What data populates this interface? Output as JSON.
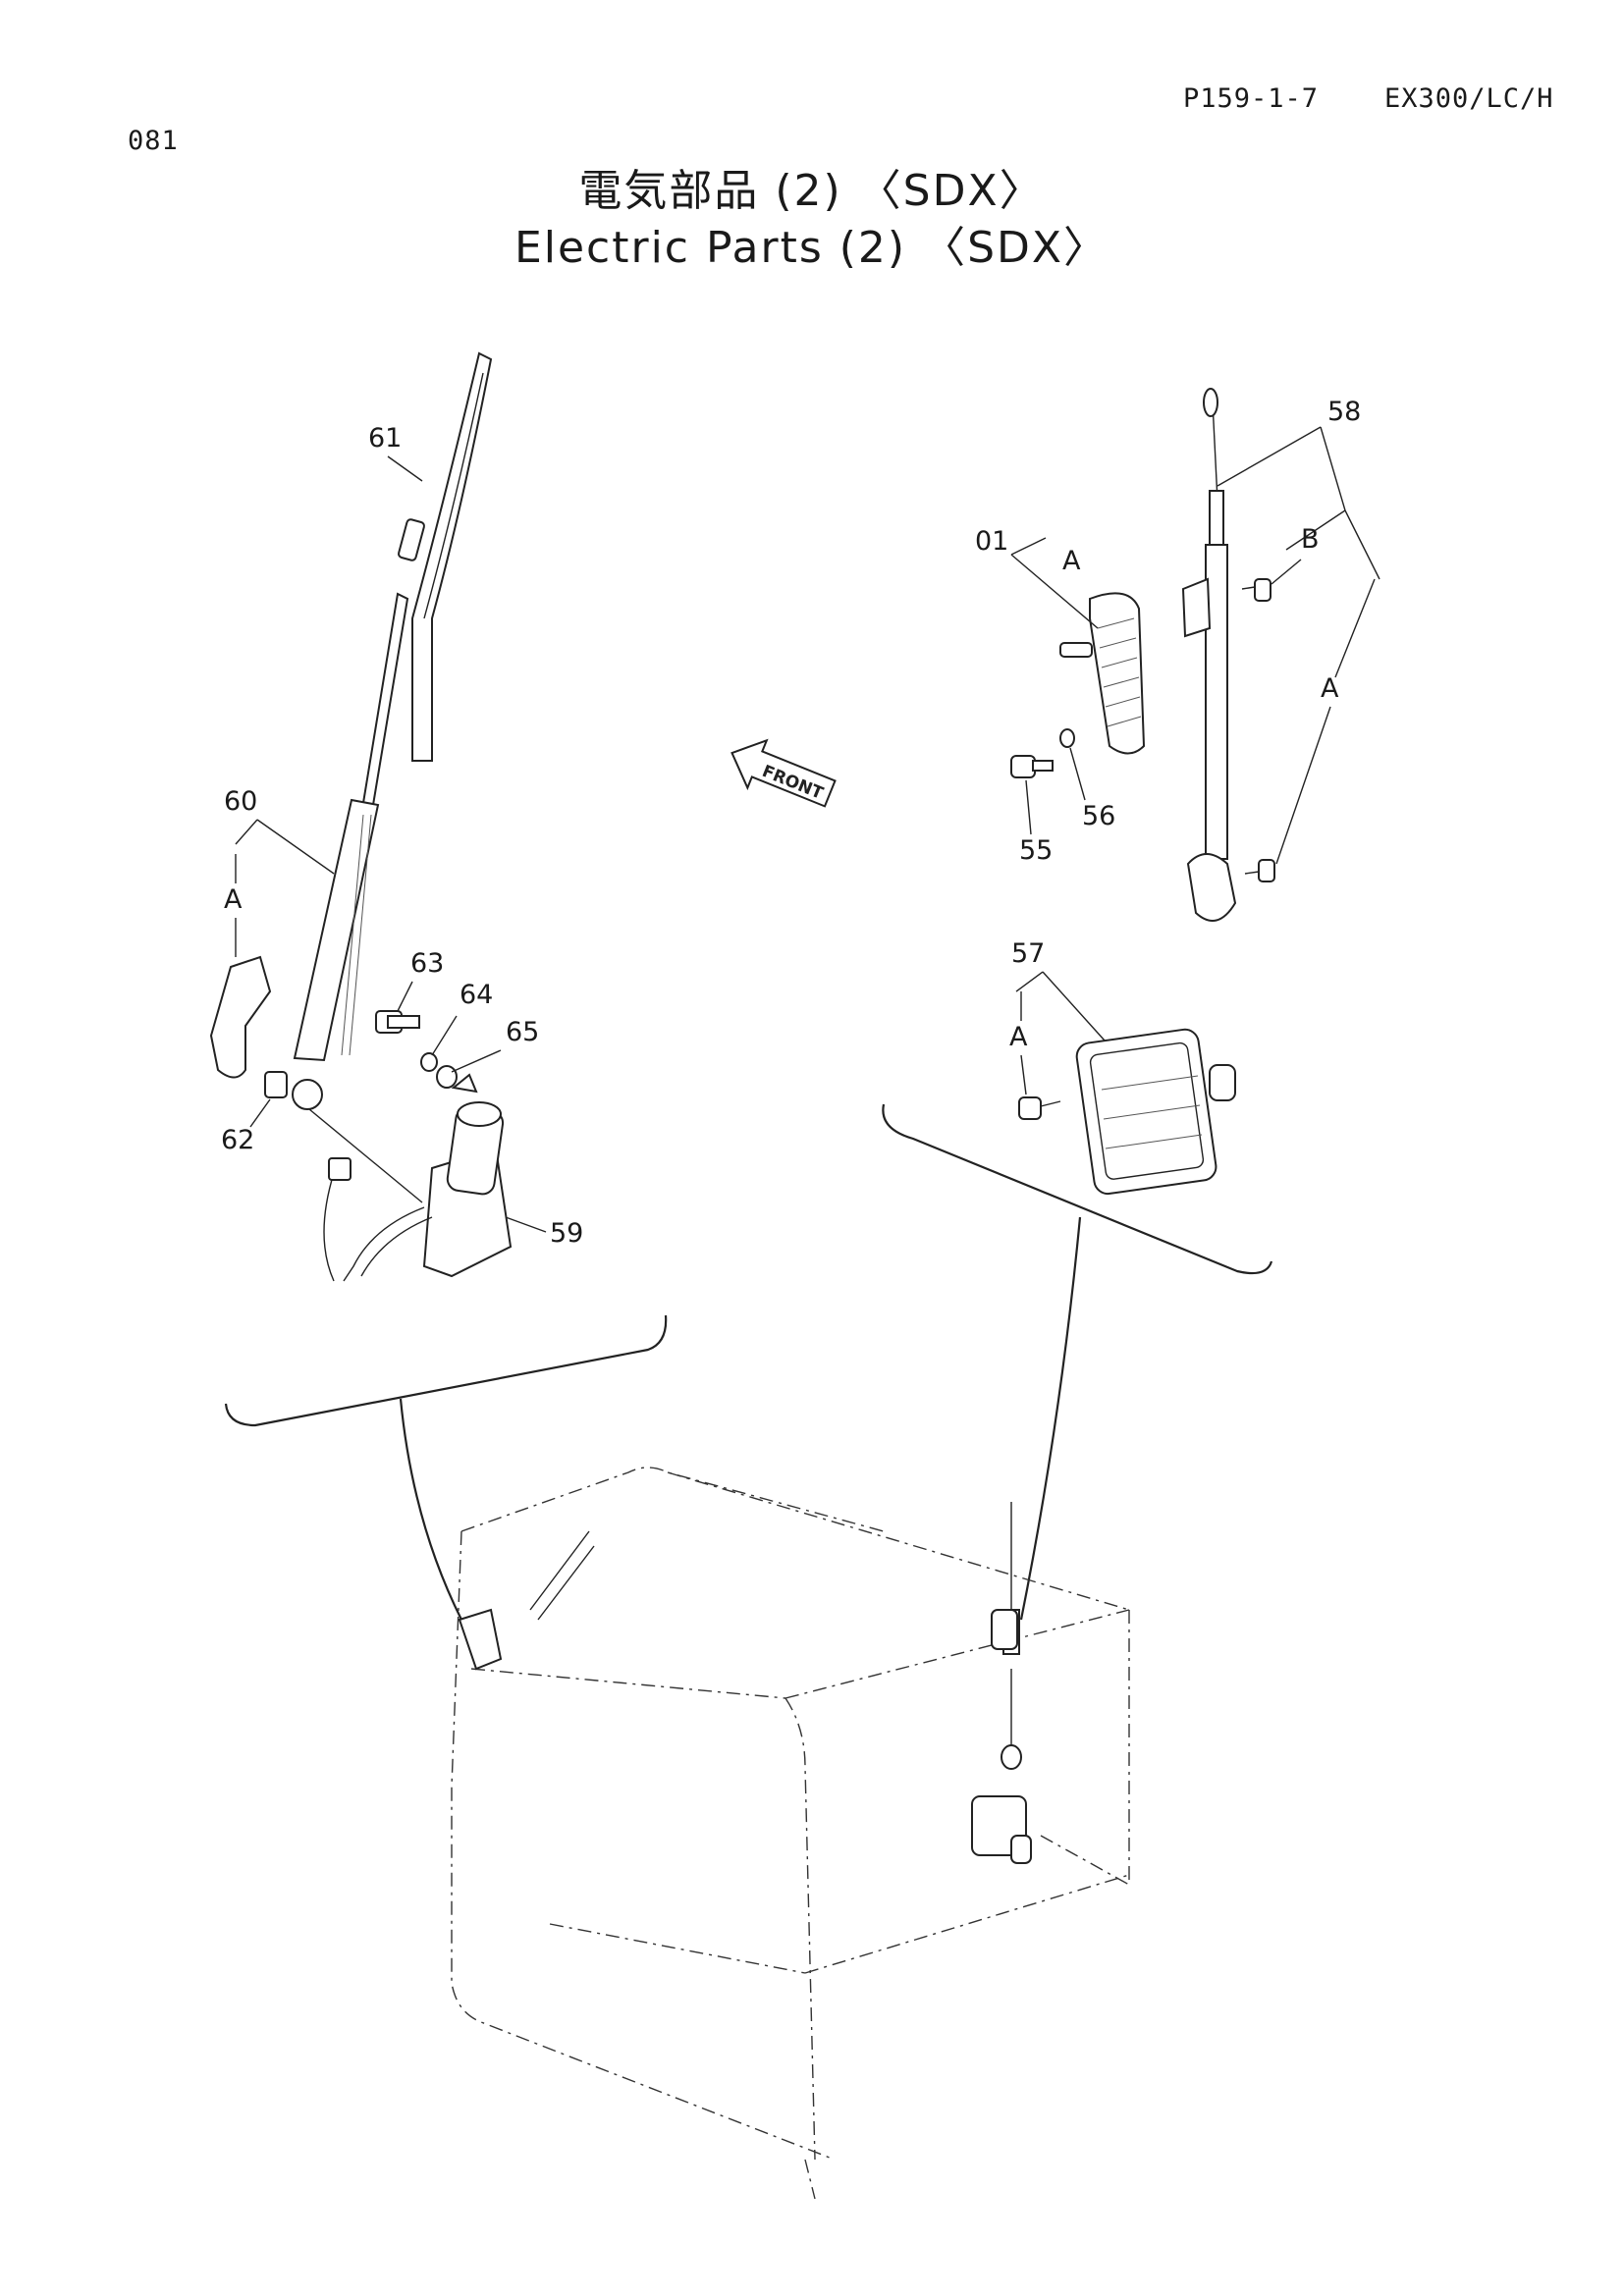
{
  "header": {
    "page_number": "081",
    "page_code": "P159-1-7",
    "model": "EX300/LC/H"
  },
  "title": {
    "japanese": "電気部品 (2) 〈SDX〉",
    "english": "Electric Parts (2) 〈SDX〉"
  },
  "direction_marker": "FRONT",
  "callouts": {
    "p55": "55",
    "p56": "56",
    "p57": "57",
    "p58": "58",
    "p59": "59",
    "p60": "60",
    "p61": "61",
    "p62": "62",
    "p63": "63",
    "p64": "64",
    "p65": "65",
    "p01": "01"
  },
  "group_letters": {
    "a": "A",
    "b": "B"
  }
}
